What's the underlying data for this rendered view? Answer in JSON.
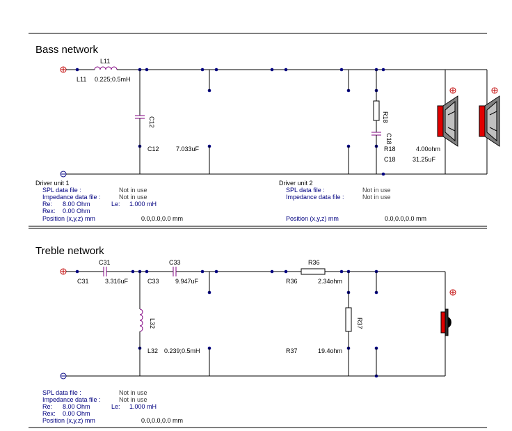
{
  "bass": {
    "title": "Bass network",
    "l11_name": "L11",
    "l11_label": "L11",
    "l11_value": "0.225;0.5mH",
    "c12_name": "C12",
    "c12_label": "C12",
    "c12_value": "7.033uF",
    "r18_name": "R18",
    "r18_label": "R18",
    "r18_value": "4.00ohm",
    "c18_name": "C18",
    "c18_label": "C18",
    "c18_value": "31.25uF",
    "driver1": {
      "heading": "Driver unit 1",
      "spl_label": "SPL data file :",
      "spl_value": "Not in use",
      "imp_label": "Impedance data file :",
      "imp_value": "Not in use",
      "re_label": "Re:",
      "re_value": "8.00 Ohm",
      "le_label": "Le:",
      "le_value": "1.000 mH",
      "rex_label": "Rex:",
      "rex_value": "0.00 Ohm",
      "pos_label": "Position (x,y,z) mm",
      "pos_value": "0.0,0.0,0.0 mm"
    },
    "driver2": {
      "heading": "Driver unit 2",
      "spl_label": "SPL data file :",
      "spl_value": "Not in use",
      "imp_label": "Impedance data file :",
      "imp_value": "Not in use",
      "pos_label": "Position (x,y,z) mm",
      "pos_value": "0.0,0.0,0.0 mm"
    }
  },
  "treble": {
    "title": "Treble network",
    "c31_name": "C31",
    "c31_label": "C31",
    "c31_value": "3.316uF",
    "c33_name": "C33",
    "c33_label": "C33",
    "c33_value": "9.947uF",
    "r36_name": "R36",
    "r36_label": "R36",
    "r36_value": "2.34ohm",
    "l32_name": "L32",
    "l32_label": "L32",
    "l32_value": "0.239;0.5mH",
    "r37_name": "R37",
    "r37_label": "R37",
    "r37_value": "19.4ohm",
    "driver": {
      "spl_label": "SPL data file :",
      "spl_value": "Not in use",
      "imp_label": "Impedance data file :",
      "imp_value": "Not in use",
      "re_label": "Re:",
      "re_value": "8.00 Ohm",
      "le_label": "Le:",
      "le_value": "1.000 mH",
      "rex_label": "Rex:",
      "rex_value": "0.00 Ohm",
      "pos_label": "Position (x,y,z) mm",
      "pos_value": "0.0,0.0,0.0 mm"
    }
  },
  "colors": {
    "wire": "#000000",
    "label_blue": "#000080",
    "capacitor": "#800080",
    "plus_terminal": "#c00000",
    "speaker_red": "#e00000"
  },
  "icons": {
    "plus": "plus-terminal-icon",
    "minus": "minus-terminal-icon",
    "speaker": "speaker-icon",
    "tweeter": "tweeter-icon"
  }
}
